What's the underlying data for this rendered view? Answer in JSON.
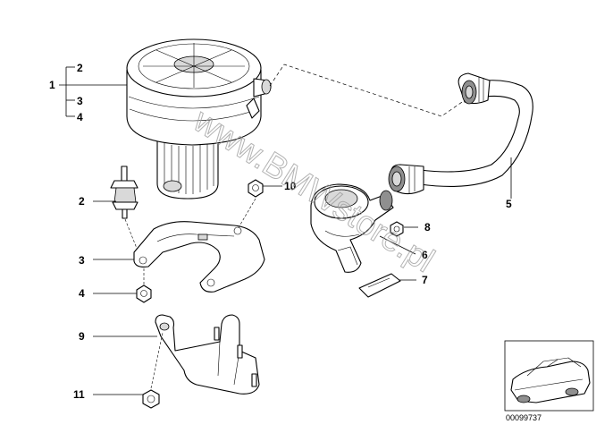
{
  "diagram": {
    "callouts": {
      "c1": "1",
      "c2_top": "2",
      "c3_top": "3",
      "c4_top": "4",
      "c2": "2",
      "c3": "3",
      "c4": "4",
      "c5": "5",
      "c6": "6",
      "c7": "7",
      "c8": "8",
      "c9": "9",
      "c10": "10",
      "c11": "11"
    },
    "watermark": "www.BMWstore.pl",
    "reference_number": "00099737"
  }
}
